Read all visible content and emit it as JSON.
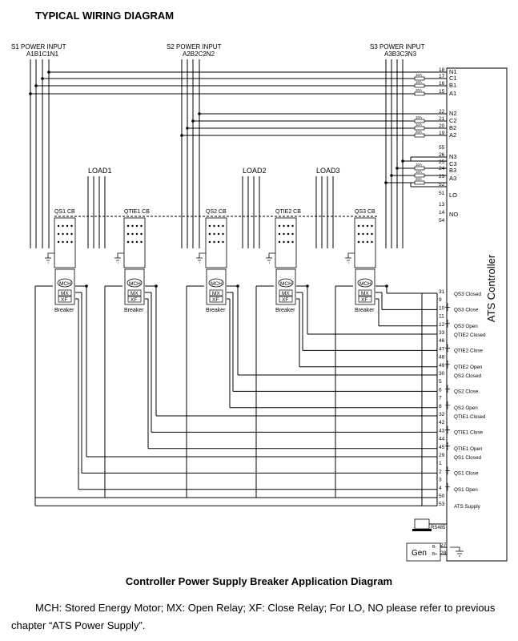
{
  "page_title": "TYPICAL WIRING DIAGRAM",
  "sources": [
    {
      "title": "S1 POWER INPUT",
      "phases": "A1B1C1N1"
    },
    {
      "title": "S2 POWER INPUT",
      "phases": "A2B2C2N2"
    },
    {
      "title": "S3 POWER INPUT",
      "phases": "A3B3C3N3"
    }
  ],
  "loads": [
    "LOAD1",
    "LOAD2",
    "LOAD3"
  ],
  "breakers": [
    {
      "label": "QS1  CB",
      "caption": "Breaker"
    },
    {
      "label": "QTIE1  CB",
      "caption": "Breaker"
    },
    {
      "label": "QS2  CB",
      "caption": "Breaker"
    },
    {
      "label": "QTIE2  CB",
      "caption": "Breaker"
    },
    {
      "label": "QS3  CB",
      "caption": "Breaker"
    }
  ],
  "breaker_parts": {
    "motor": "MCH",
    "open_relay": "MX",
    "close_relay": "XF"
  },
  "fuses": [
    "10A",
    "10A",
    "20A"
  ],
  "controller_title": "ATS Controller",
  "power_terminals": [
    {
      "pin": "18",
      "label": "N1"
    },
    {
      "pin": "17",
      "label": "C1"
    },
    {
      "pin": "16",
      "label": "B1"
    },
    {
      "pin": "15",
      "label": "A1"
    },
    {
      "pin": "22",
      "label": "N2"
    },
    {
      "pin": "21",
      "label": "C2"
    },
    {
      "pin": "20",
      "label": "B2"
    },
    {
      "pin": "19",
      "label": "A2"
    },
    {
      "pin": "55",
      "label": ""
    },
    {
      "pin": "26",
      "label": "N3"
    },
    {
      "pin": "25",
      "label": "C3"
    },
    {
      "pin": "24",
      "label": "B3"
    },
    {
      "pin": "23",
      "label": "A3"
    },
    {
      "pin": "52",
      "label": ""
    },
    {
      "pin": "51",
      "label": "LO"
    },
    {
      "pin": "13",
      "label": ""
    },
    {
      "pin": "14",
      "label": "NO"
    },
    {
      "pin": "54",
      "label": ""
    }
  ],
  "io_terminals": [
    {
      "pin": "31",
      "label": "QS3 Closed"
    },
    {
      "pin": "9",
      "label": ""
    },
    {
      "pin": "10",
      "label": "QS3 Close"
    },
    {
      "pin": "11",
      "label": ""
    },
    {
      "pin": "12",
      "label": "QS3 Open"
    },
    {
      "pin": "33",
      "label": "QTIE2 Closed"
    },
    {
      "pin": "46",
      "label": ""
    },
    {
      "pin": "47",
      "label": "QTIE2 Close"
    },
    {
      "pin": "48",
      "label": ""
    },
    {
      "pin": "49",
      "label": "QTIE2 Open"
    },
    {
      "pin": "30",
      "label": "QS2 Closed"
    },
    {
      "pin": "5",
      "label": ""
    },
    {
      "pin": "6",
      "label": "QS2 Close"
    },
    {
      "pin": "7",
      "label": ""
    },
    {
      "pin": "8",
      "label": "QS2 Open"
    },
    {
      "pin": "32",
      "label": "QTIE1 Closed"
    },
    {
      "pin": "42",
      "label": ""
    },
    {
      "pin": "43",
      "label": "QTIE1 Close"
    },
    {
      "pin": "44",
      "label": ""
    },
    {
      "pin": "45",
      "label": "QTIE1 Open"
    },
    {
      "pin": "29",
      "label": "QS1 Closed"
    },
    {
      "pin": "1",
      "label": ""
    },
    {
      "pin": "2",
      "label": "QS1 Close"
    },
    {
      "pin": "3",
      "label": ""
    },
    {
      "pin": "4",
      "label": "QS1 Open"
    },
    {
      "pin": "50",
      "label": ""
    },
    {
      "pin": "53",
      "label": "ATS Supply"
    }
  ],
  "comm": {
    "rs485": "RS485",
    "gen": "Gen",
    "pin27": "27",
    "pin28": "28",
    "b_minus": "B-",
    "b_plus": "B+"
  },
  "caption": "Controller Power Supply Breaker Application Diagram",
  "legend_note": "MCH: Stored Energy Motor; MX: Open Relay; XF: Close Relay; For LO, NO please refer to previous chapter “ATS Power Supply”."
}
